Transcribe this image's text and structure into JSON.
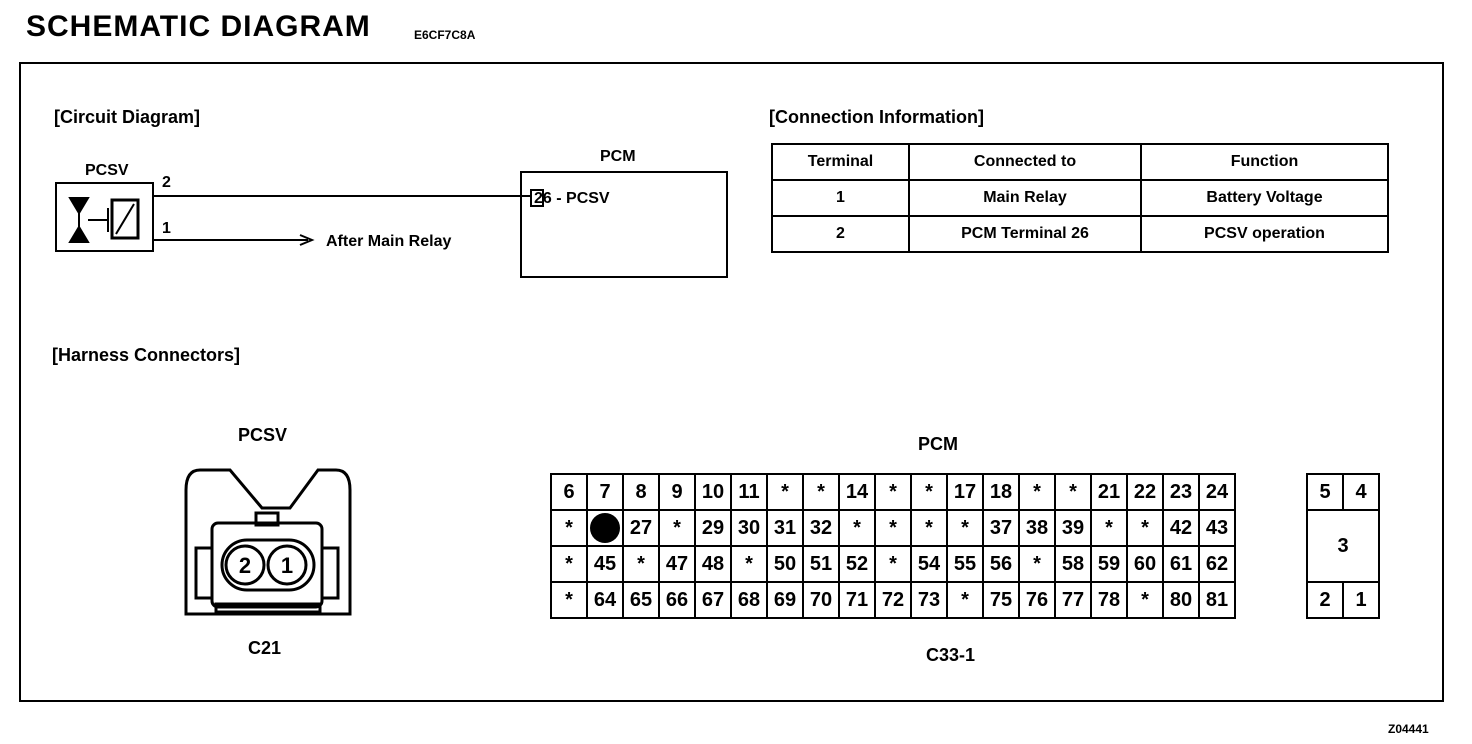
{
  "header": {
    "title": "SCHEMATIC  DIAGRAM",
    "code": "E6CF7C8A",
    "figure_id": "Z04441"
  },
  "circuit": {
    "section_label": "[Circuit Diagram]",
    "component_label": "PCSV",
    "pin_2": "2",
    "pin_1": "1",
    "after_relay": "After Main Relay",
    "pcm_label": "PCM",
    "pcm_terminal": "26 - PCSV"
  },
  "connection_info": {
    "section_label": "[Connection Information]",
    "headers": [
      "Terminal",
      "Connected to",
      "Function"
    ],
    "rows": [
      [
        "1",
        "Main Relay",
        "Battery Voltage"
      ],
      [
        "2",
        "PCM Terminal 26",
        "PCSV operation"
      ]
    ]
  },
  "harness": {
    "section_label": "[Harness Connectors]",
    "pcsv_label": "PCSV",
    "pcsv_pin_2": "2",
    "pcsv_pin_1": "1",
    "pcsv_connector_id": "C21",
    "pcm_label": "PCM",
    "pcm_connector_id": "C33-1",
    "pcm_grid": [
      [
        "6",
        "7",
        "8",
        "9",
        "10",
        "11",
        "*",
        "*",
        "14",
        "*",
        "*",
        "17",
        "18",
        "*",
        "*",
        "21",
        "22",
        "23",
        "24"
      ],
      [
        "*",
        "●",
        "27",
        "*",
        "29",
        "30",
        "31",
        "32",
        "*",
        "*",
        "*",
        "*",
        "37",
        "38",
        "39",
        "*",
        "*",
        "42",
        "43"
      ],
      [
        "*",
        "45",
        "*",
        "47",
        "48",
        "*",
        "50",
        "51",
        "52",
        "*",
        "54",
        "55",
        "56",
        "*",
        "58",
        "59",
        "60",
        "61",
        "62"
      ],
      [
        "*",
        "64",
        "65",
        "66",
        "67",
        "68",
        "69",
        "70",
        "71",
        "72",
        "73",
        "*",
        "75",
        "76",
        "77",
        "78",
        "*",
        "80",
        "81"
      ]
    ],
    "pcm_right_block": {
      "top_left": "5",
      "top_right": "4",
      "middle": "3",
      "bottom_left": "2",
      "bottom_right": "1"
    }
  }
}
